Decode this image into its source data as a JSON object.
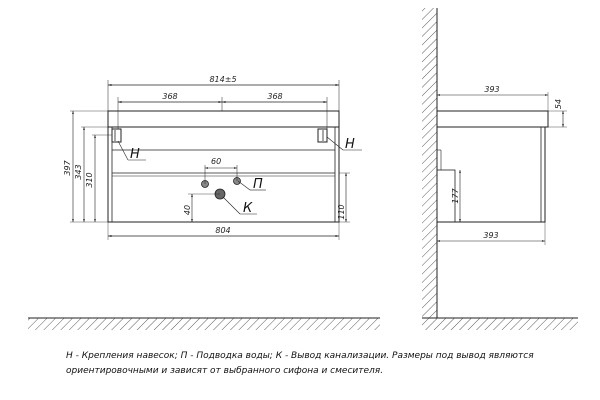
{
  "dimensions": {
    "overall_width": "814±5",
    "half_left": "368",
    "half_right": "368",
    "bottom_width": "804",
    "height_total": "397",
    "height_mid": "343",
    "height_inner": "310",
    "holes_spacing": "60",
    "drain_height": "40",
    "lower_opening": "110",
    "side_top_depth": "393",
    "side_bottom_depth": "393",
    "side_top_thickness": "54",
    "side_panel_height": "177"
  },
  "labels": {
    "h_left": "Н",
    "h_right": "Н",
    "p": "П",
    "k": "К"
  },
  "note": {
    "line1": "Н - Крепления навесок; П - Подводка воды; К - Вывод канализации. Размеры под вывод являются",
    "line2": "ориентировочными и зависят от выбранного сифона и смесителя."
  }
}
